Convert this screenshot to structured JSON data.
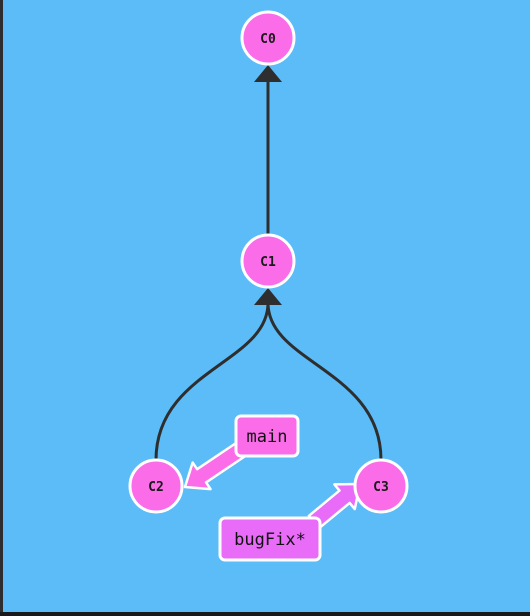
{
  "colors": {
    "background": "#5bbcf8",
    "commit_fill": "#fa6ce8",
    "commit_stroke": "#ffffff",
    "edge": "#2e2e2e",
    "branch_main_fill": "#fa6ce8",
    "branch_bugfix_fill": "#e86cf8",
    "branch_text": "#111111"
  },
  "commits": [
    {
      "id": "C0",
      "label": "C0"
    },
    {
      "id": "C1",
      "label": "C1"
    },
    {
      "id": "C2",
      "label": "C2"
    },
    {
      "id": "C3",
      "label": "C3"
    }
  ],
  "edges": [
    {
      "from": "C1",
      "to": "C0"
    },
    {
      "from": "C2",
      "to": "C1"
    },
    {
      "from": "C3",
      "to": "C1"
    }
  ],
  "branches": [
    {
      "id": "main",
      "label": "main",
      "target": "C2",
      "checked_out": false
    },
    {
      "id": "bugFix",
      "label": "bugFix*",
      "target": "C3",
      "checked_out": true
    }
  ]
}
